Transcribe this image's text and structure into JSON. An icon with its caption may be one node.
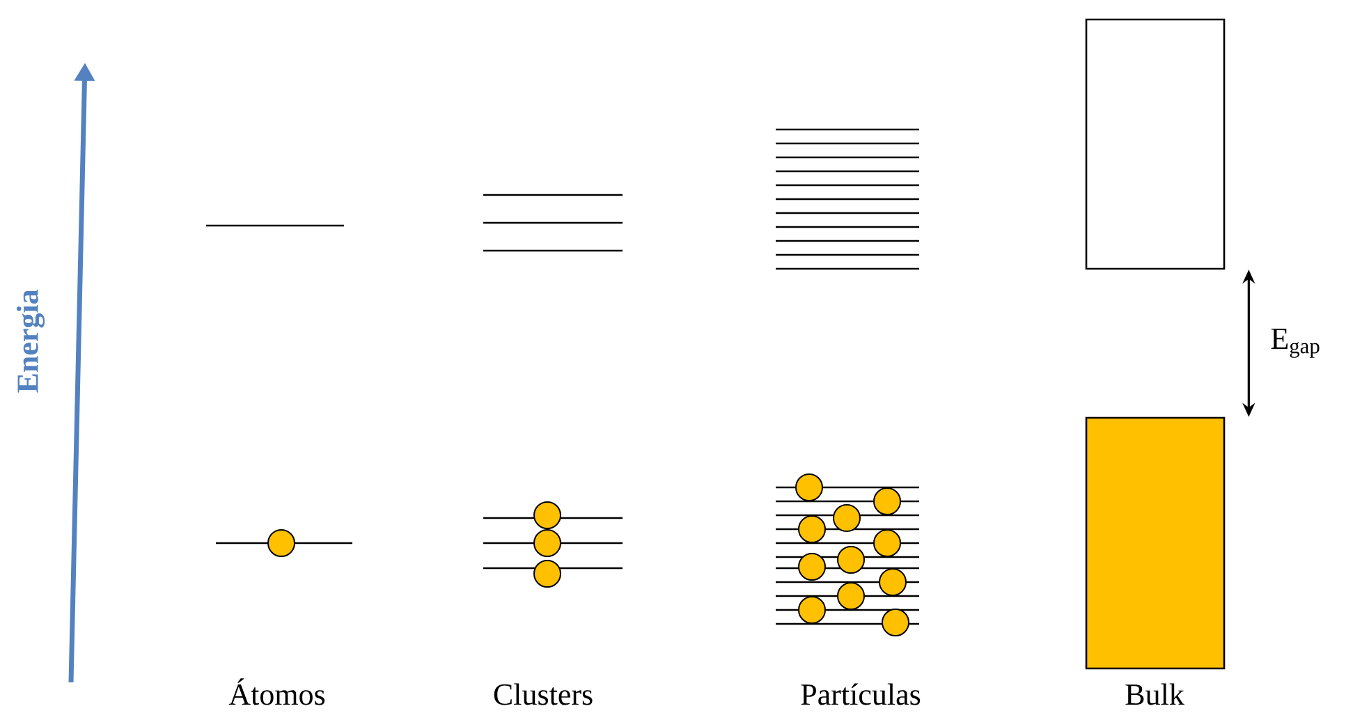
{
  "diagram": {
    "nodes": [
      {
        "text": [],
        "shape": "box"
      },
      {
        "text": [],
        "shape": "box"
      }
    ],
    "edges": [
      {
        "from": 0,
        "to": 1,
        "arrow": "both",
        "label": "E$_{gap}$"
      }
    ],
    "labels": [
      "Energia",
      "Átomos",
      "Clusters",
      "Partículas",
      "Bulk"
    ]
  }
}
